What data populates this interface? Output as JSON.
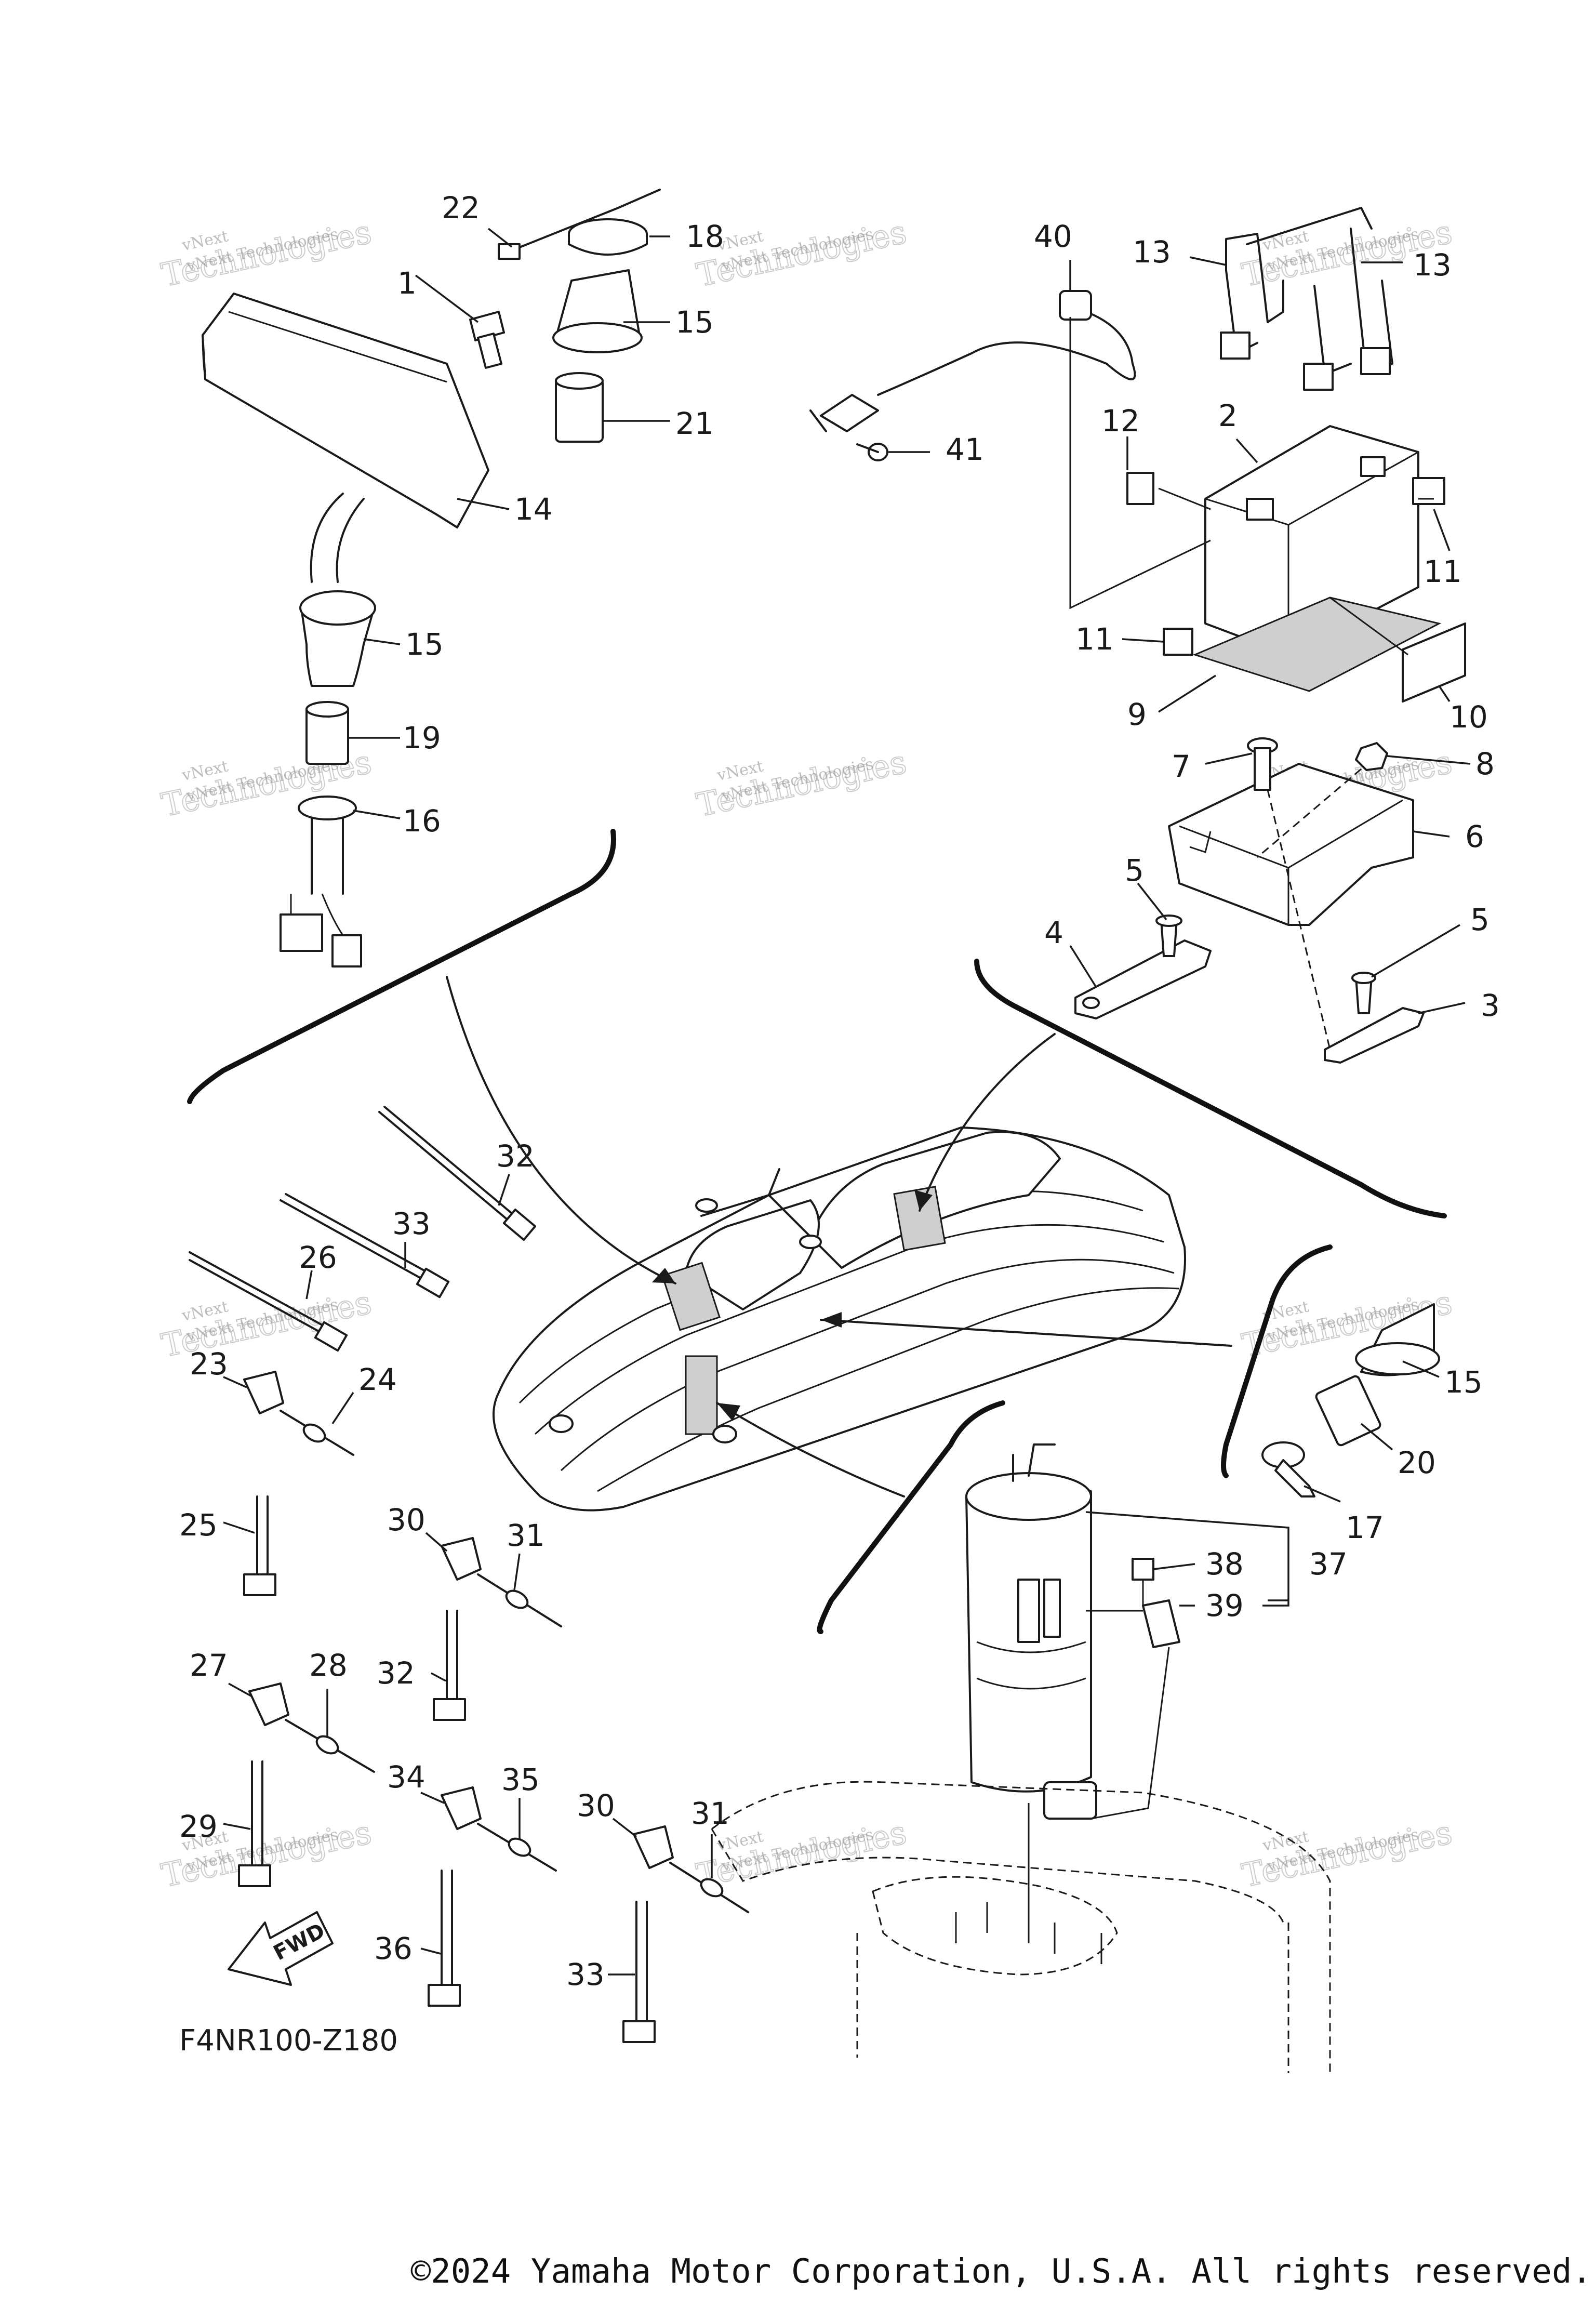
{
  "diagram": {
    "code": "F4NR100-Z180",
    "copyright": "©2024 Yamaha Motor Corporation, U.S.A. All rights reserved.",
    "fwd_label": "FWD",
    "watermark": {
      "line1": "vNext Technologies",
      "line2": "Technologies",
      "line3": "vNext"
    },
    "callouts": [
      {
        "label": "1"
      },
      {
        "label": "2"
      },
      {
        "label": "3"
      },
      {
        "label": "4"
      },
      {
        "label": "5"
      },
      {
        "label": "5"
      },
      {
        "label": "6"
      },
      {
        "label": "7"
      },
      {
        "label": "8"
      },
      {
        "label": "9"
      },
      {
        "label": "10"
      },
      {
        "label": "11"
      },
      {
        "label": "11"
      },
      {
        "label": "12"
      },
      {
        "label": "13"
      },
      {
        "label": "13"
      },
      {
        "label": "14"
      },
      {
        "label": "15"
      },
      {
        "label": "15"
      },
      {
        "label": "15"
      },
      {
        "label": "16"
      },
      {
        "label": "17"
      },
      {
        "label": "18"
      },
      {
        "label": "19"
      },
      {
        "label": "20"
      },
      {
        "label": "21"
      },
      {
        "label": "22"
      },
      {
        "label": "23"
      },
      {
        "label": "24"
      },
      {
        "label": "25"
      },
      {
        "label": "26"
      },
      {
        "label": "27"
      },
      {
        "label": "28"
      },
      {
        "label": "29"
      },
      {
        "label": "30"
      },
      {
        "label": "30"
      },
      {
        "label": "31"
      },
      {
        "label": "31"
      },
      {
        "label": "32"
      },
      {
        "label": "32"
      },
      {
        "label": "33"
      },
      {
        "label": "33"
      },
      {
        "label": "34"
      },
      {
        "label": "35"
      },
      {
        "label": "36"
      },
      {
        "label": "37"
      },
      {
        "label": "38"
      },
      {
        "label": "39"
      },
      {
        "label": "40"
      },
      {
        "label": "41"
      }
    ]
  }
}
